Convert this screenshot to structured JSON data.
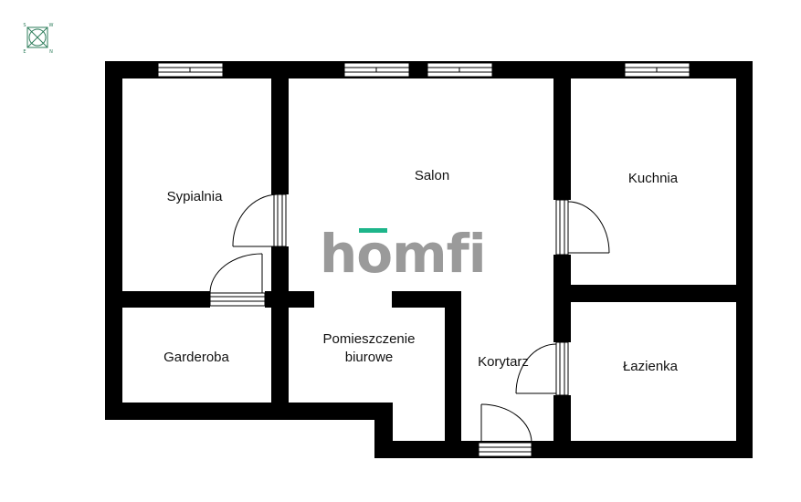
{
  "compass": {
    "labels": [
      "S",
      "W",
      "E",
      "N"
    ],
    "color": "#2e7d5b"
  },
  "logo": {
    "text": "homfi",
    "text_color": "#9a9a9a",
    "accent_color": "#1db58a"
  },
  "rooms": {
    "sypialnia": "Sypialnia",
    "salon": "Salon",
    "kuchnia": "Kuchnia",
    "garderoba": "Garderoba",
    "pomieszczenie_line1": "Pomieszczenie",
    "pomieszczenie_line2": "biurowe",
    "korytarz": "Korytarz",
    "lazienka": "Łazienka"
  },
  "colors": {
    "wall": "#000000",
    "window": "#ffffff",
    "background": "#ffffff"
  }
}
